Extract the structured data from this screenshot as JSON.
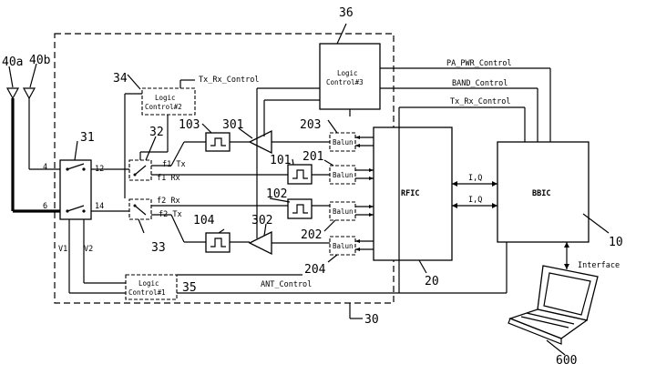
{
  "refs": {
    "r10": "10",
    "r20": "20",
    "r30": "30",
    "r31": "31",
    "r32": "32",
    "r33": "33",
    "r34": "34",
    "r35": "35",
    "r36": "36",
    "r40a": "40a",
    "r40b": "40b",
    "r101": "101",
    "r102": "102",
    "r103": "103",
    "r104": "104",
    "r201": "201",
    "r202": "202",
    "r203": "203",
    "r204": "204",
    "r301": "301",
    "r302": "302",
    "r600": "600"
  },
  "blocks": {
    "rfic": "RFIC",
    "bbic": "BBIC",
    "logic3_l1": "Logic",
    "logic3_l2": "Control#3",
    "logic2_l1": "Logic",
    "logic2_l2": "Control#2",
    "logic1_l1": "Logic",
    "logic1_l2": "Control#1",
    "balun": "Balun"
  },
  "signals": {
    "pa_pwr": "PA_PWR_Control",
    "band": "BAND_Control",
    "txrx_top": "Tx_Rx_Control",
    "txrx_34": "Tx_Rx_Control",
    "ant": "ANT_Control",
    "iq1": "I,Q",
    "iq2": "I,Q",
    "interface": "Interface",
    "f1tx": "f1 Tx",
    "f1rx": "f1 Rx",
    "f2rx": "f2 Rx",
    "f2tx": "f2 Tx",
    "v1": "V1",
    "v2": "V2",
    "p4": "4",
    "p6": "6",
    "p12": "12",
    "p14": "14"
  }
}
